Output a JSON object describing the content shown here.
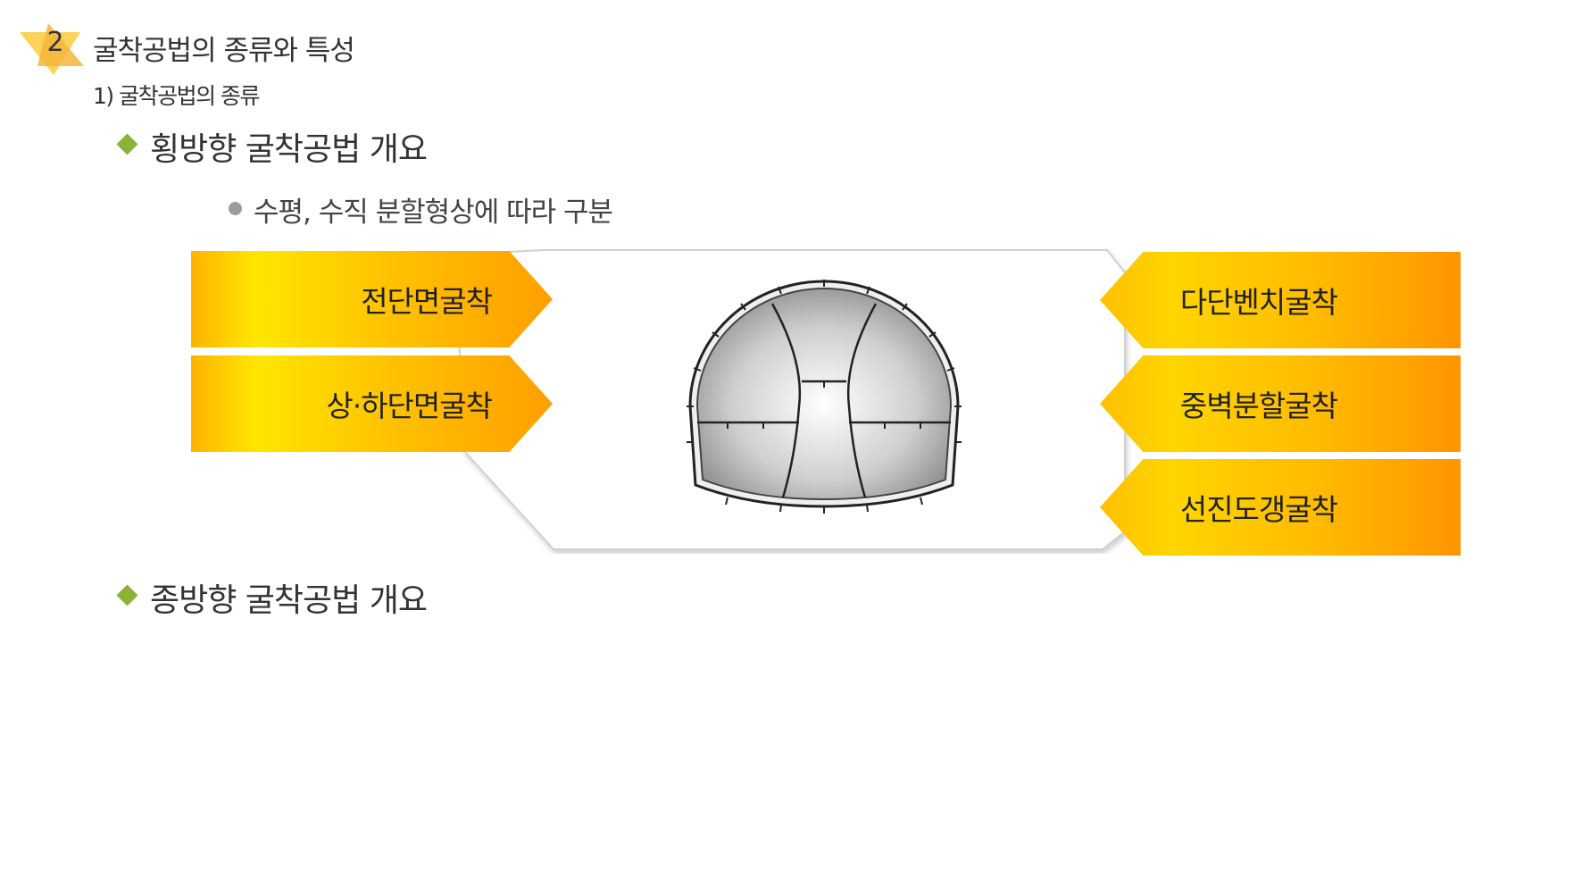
{
  "header": {
    "number": "2",
    "title": "굴착공법의 종류와 특성",
    "subtitle": "1) 굴착공법의 종류"
  },
  "sections": [
    {
      "heading": "횡방향 굴착공법 개요",
      "bullets": [
        "수평, 수직 분할형상에 따라 구분"
      ]
    },
    {
      "heading": "종방향 굴착공법 개요"
    }
  ],
  "diagram": {
    "left_methods": [
      "전단면굴착",
      "상·하단면굴착"
    ],
    "right_methods": [
      "다단벤치굴착",
      "중벽분할굴착",
      "선진도갱굴착"
    ]
  },
  "colors": {
    "accent_yellow": "#ffd000",
    "accent_orange": "#ff9a00",
    "diamond_green": "#8cb23a",
    "badge_yellow": "#f9c84a"
  }
}
